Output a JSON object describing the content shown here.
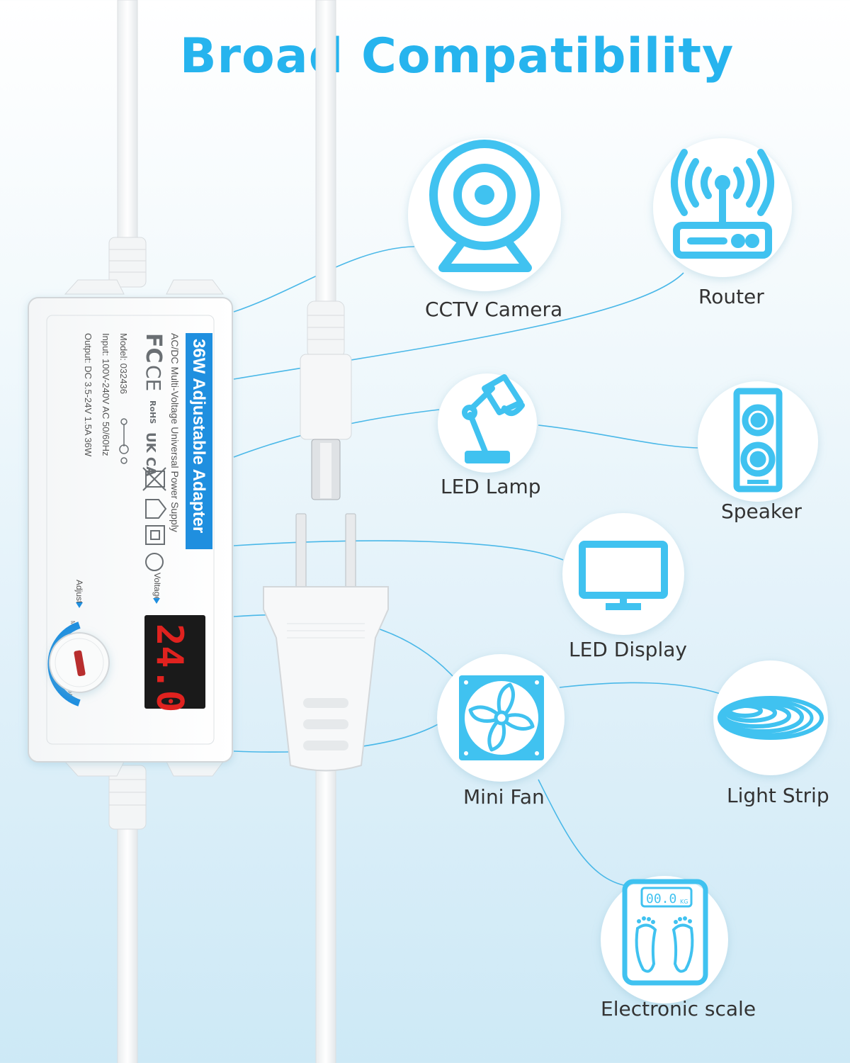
{
  "page": {
    "title": "Broad Compatibility",
    "accent_color": "#26b4ee",
    "icon_color": "#40c2f0"
  },
  "adapter": {
    "badge": "36W Adjustable Adapter",
    "subtitle": "AC/DC Multi-Voltage Universal Power Supply",
    "model": "Model: 032436",
    "input": "Input: 100V-240V AC 50/60Hz",
    "output": "Output: DC 3.5-24V 1.5A 36W",
    "display_value": "24.0",
    "voltage_label": "Voltage",
    "adjust_label": "Adjust",
    "min_label": "Min",
    "max_label": "Max",
    "cert_fc": "FC",
    "cert_ce": "CE",
    "cert_rohs": "RoHS",
    "cert_ukca": "UK CA"
  },
  "devices": [
    {
      "label": "CCTV Camera",
      "icon": "cctv-camera-icon"
    },
    {
      "label": "Router",
      "icon": "router-icon"
    },
    {
      "label": "LED Lamp",
      "icon": "desk-lamp-icon"
    },
    {
      "label": "Speaker",
      "icon": "speaker-icon"
    },
    {
      "label": "LED Display",
      "icon": "monitor-icon"
    },
    {
      "label": "Mini Fan",
      "icon": "fan-icon"
    },
    {
      "label": "Light Strip",
      "icon": "light-strip-icon"
    },
    {
      "label": "Electronic scale",
      "icon": "scale-icon",
      "readout": "00.0",
      "unit": "KG"
    }
  ]
}
